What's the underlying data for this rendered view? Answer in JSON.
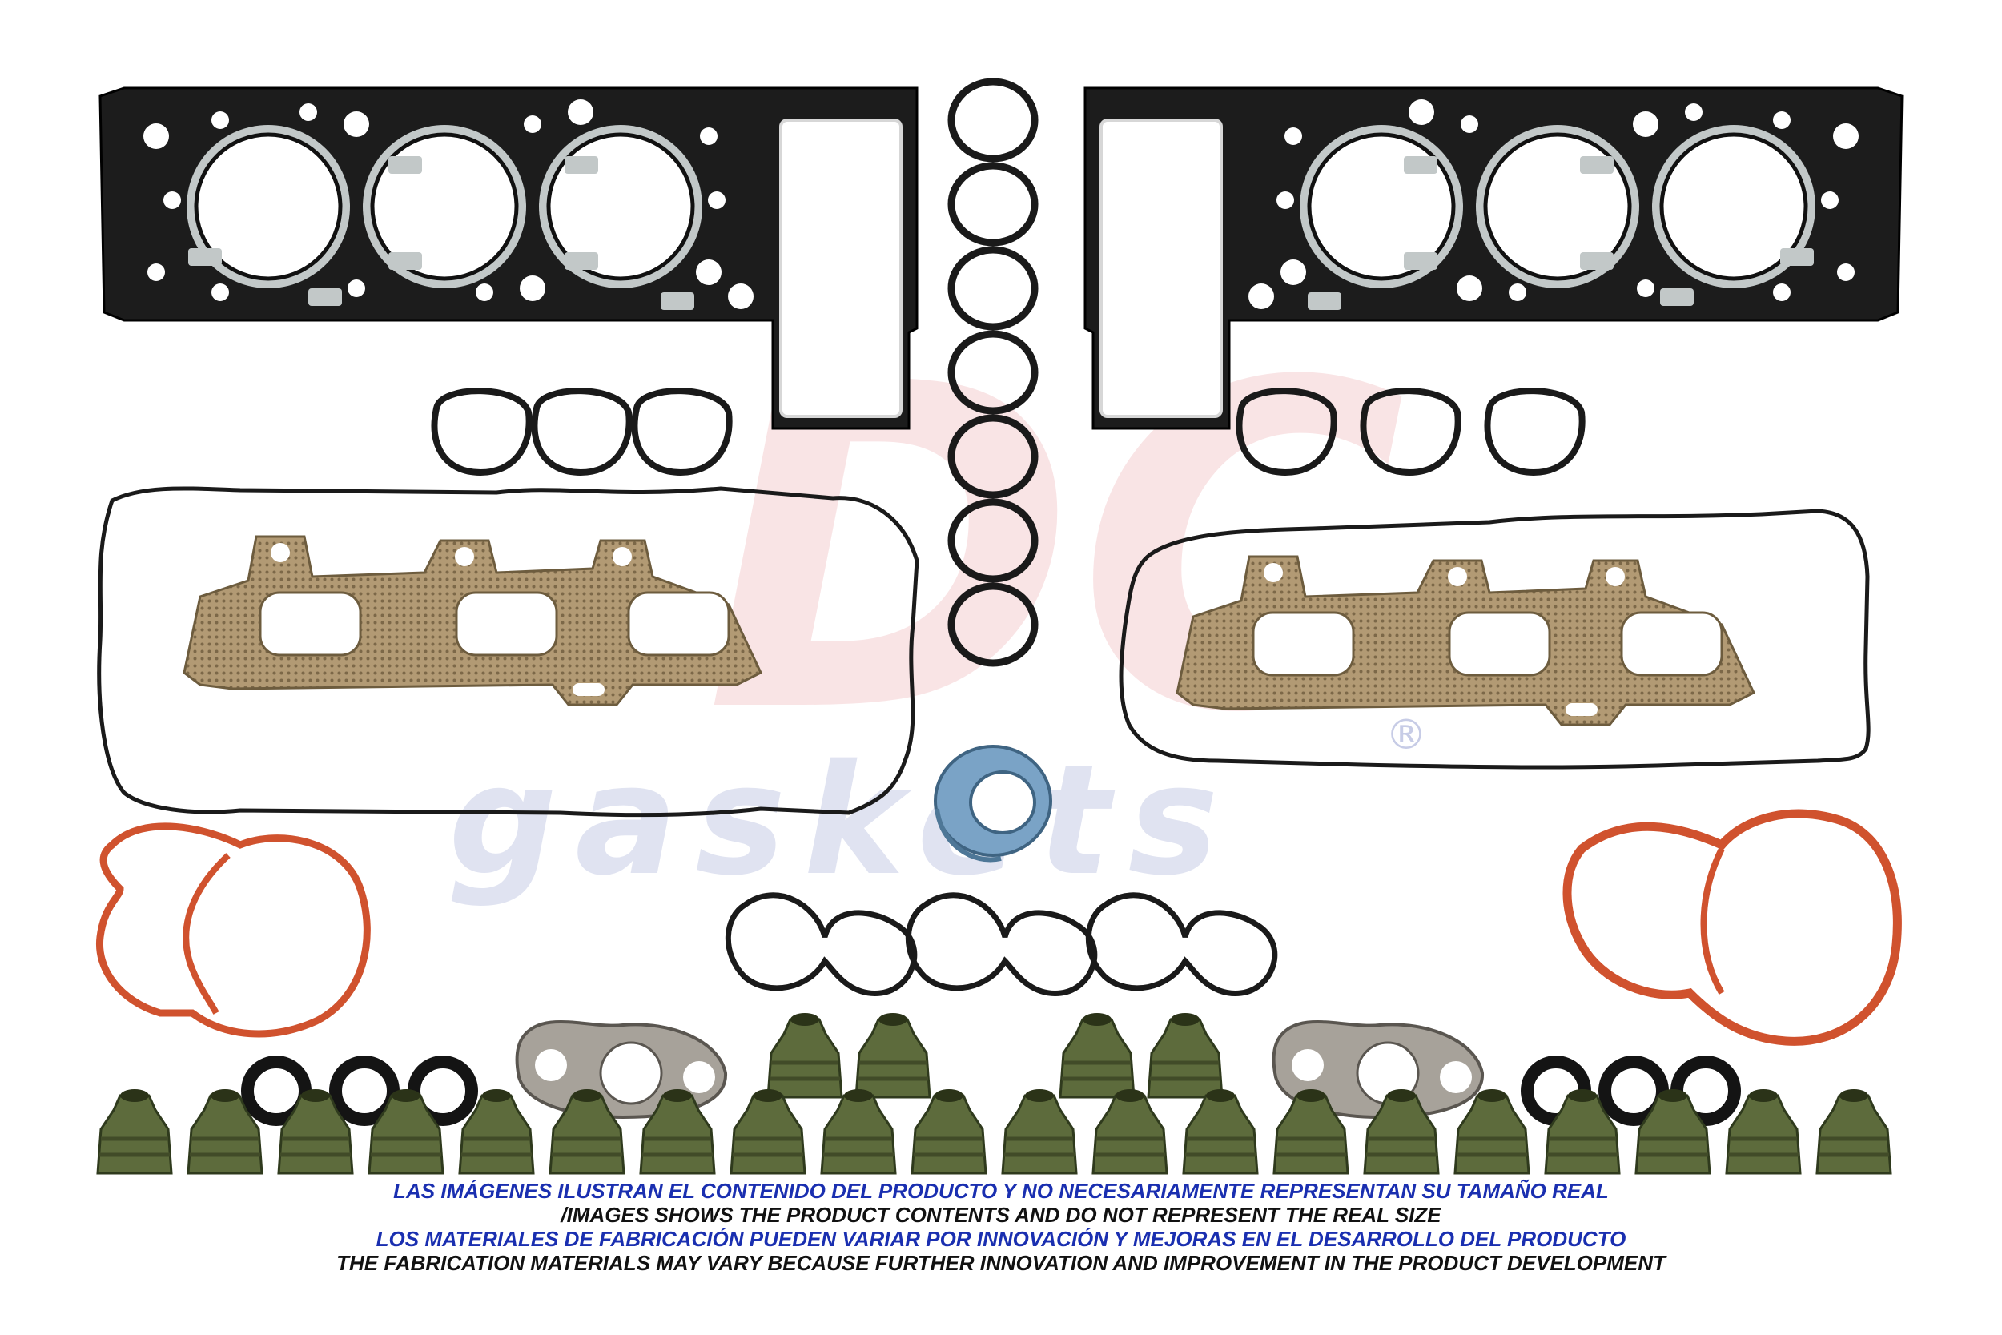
{
  "watermark": {
    "logo_letters": "DC",
    "word": "gaskets",
    "registered": "®"
  },
  "disclaimer": {
    "line1": "LAS IMÁGENES ILUSTRAN EL CONTENIDO DEL PRODUCTO Y NO NECESARIAMENTE REPRESENTAN SU TAMAÑO REAL",
    "line2": "/IMAGES SHOWS THE PRODUCT CONTENTS AND DO NOT REPRESENT THE REAL SIZE",
    "line3": "LOS MATERIALES DE FABRICACIÓN PUEDEN VARIAR POR INNOVACIÓN Y MEJORAS EN EL DESARROLLO DEL PRODUCTO",
    "line4": "THE FABRICATION MATERIALS MAY VARY BECAUSE FURTHER INNOVATION AND IMPROVEMENT IN THE PRODUCT DEVELOPMENT"
  },
  "colors": {
    "head_gasket": "#1c1c1c",
    "exhaust_gasket": "#b29a74",
    "orange_gasket": "#d0522e",
    "valve_seal": "#5d6b3c",
    "blue_seal": "#7aa3c6",
    "text_blue": "#1a2fb0",
    "watermark_red": "#f2c4c6",
    "watermark_blue": "#c7cce6"
  },
  "icons": {
    "head-gasket": "head-gasket-icon",
    "valve-cover-gasket": "valve-cover-gasket-icon",
    "exhaust-manifold-gasket": "exhaust-manifold-gasket-icon",
    "o-ring": "o-ring-icon",
    "oil-seal": "oil-seal-icon",
    "valve-stem-seal": "valve-stem-seal-icon"
  }
}
